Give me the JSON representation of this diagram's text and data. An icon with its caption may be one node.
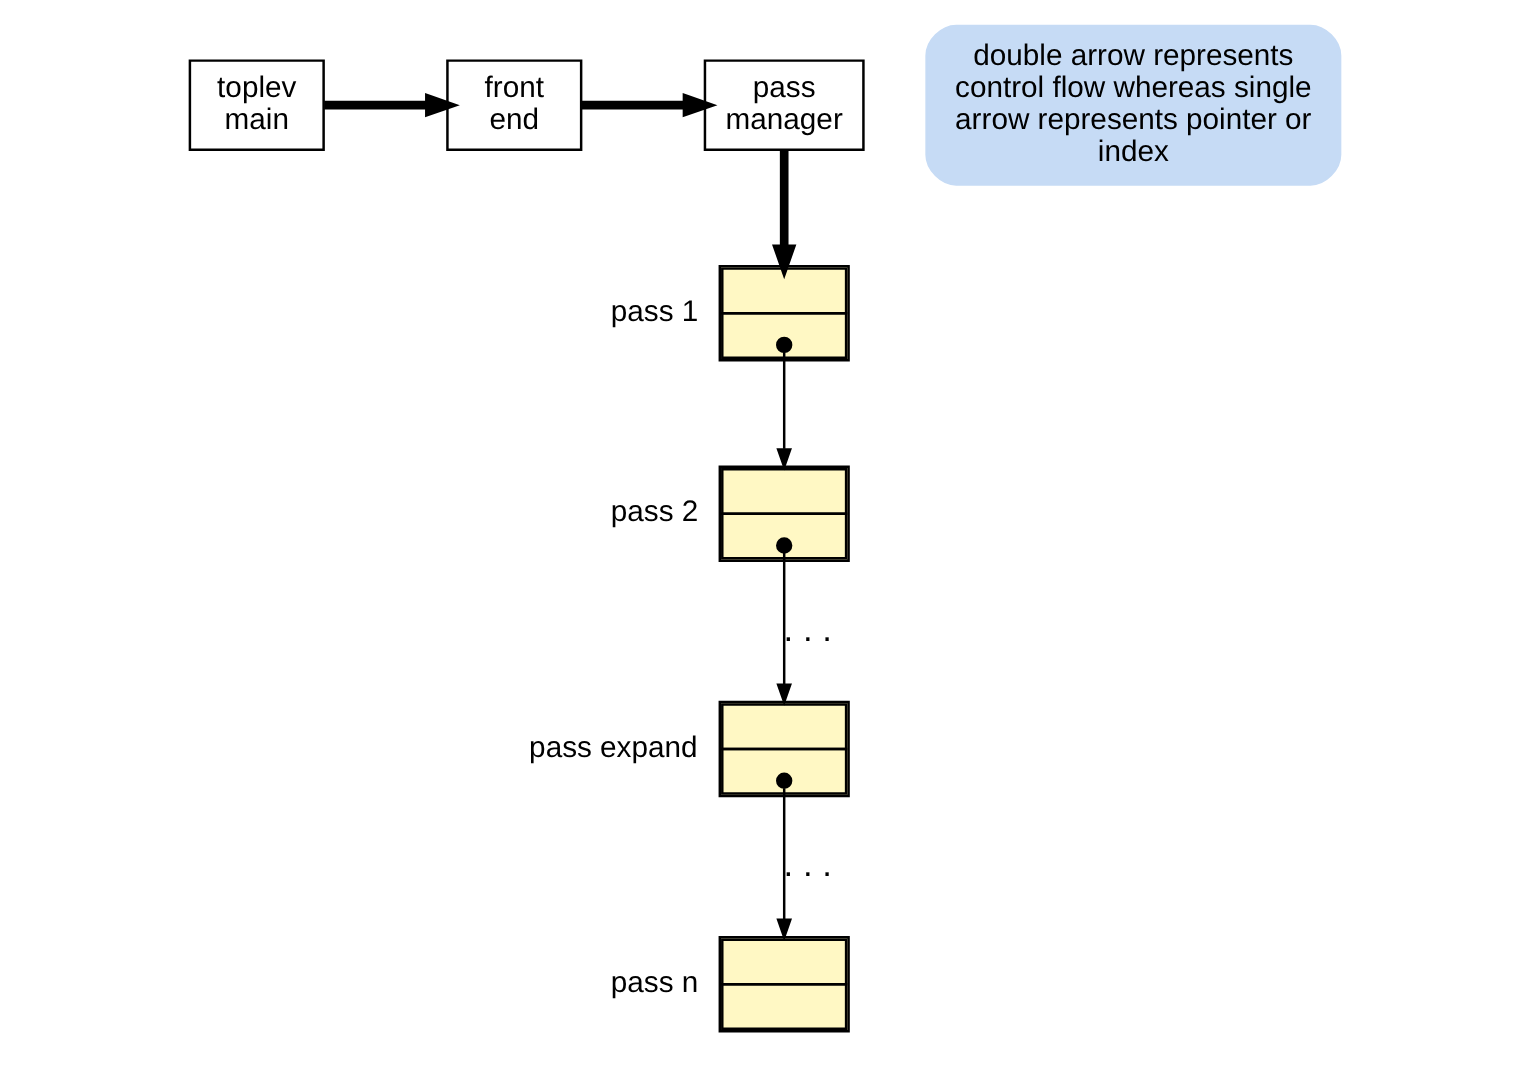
{
  "diagram": {
    "nodes": [
      {
        "text": [
          "toplev main"
        ]
      },
      {
        "text": [
          "front end"
        ]
      },
      {
        "text": [
          "pass manager"
        ]
      },
      {
        "text": [
          "double arrow represents control flow whereas single arrow represents pointer or index"
        ]
      },
      {
        "text": [],
        "shape": "box",
        "beside": [
          "pass 1"
        ]
      },
      {
        "text": [],
        "shape": "box",
        "beside": [
          "pass 2"
        ]
      },
      {
        "text": [],
        "shape": "box",
        "beside": [
          "pass expand"
        ]
      },
      {
        "text": [],
        "shape": "box",
        "beside": [
          "pass n"
        ]
      }
    ],
    "edges": [
      {
        "from": 0,
        "to": 1,
        "arrow": "to",
        "style": "thick"
      },
      {
        "from": 1,
        "to": 2,
        "arrow": "to",
        "style": "thick"
      },
      {
        "from": 2,
        "to": 4,
        "arrow": "to",
        "style": "thick"
      },
      {
        "from": 4,
        "to": 5,
        "arrow": "to"
      },
      {
        "from": 5,
        "to": 6,
        "arrow": "to",
        "label": ". . ."
      },
      {
        "from": 6,
        "to": 7,
        "arrow": "to",
        "label": ". . ."
      }
    ]
  }
}
